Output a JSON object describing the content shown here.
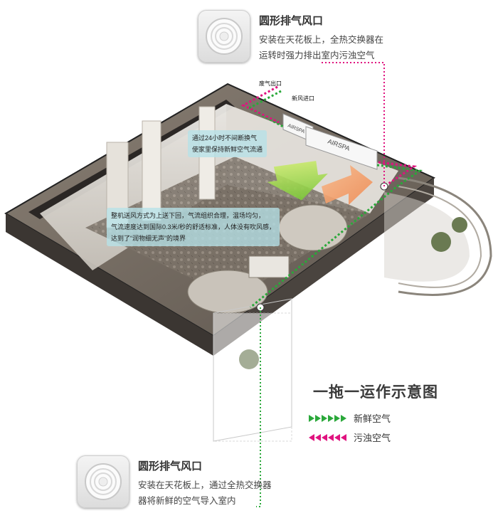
{
  "callouts": {
    "top": {
      "title": "圆形排气风口",
      "lines": [
        "安装在天花板上，全热交换器在",
        "运转时强力排出室内污浊空气"
      ]
    },
    "bottom": {
      "title": "圆形排气风口",
      "lines": [
        "安装在天花板上，通过全热交换器",
        "器将新鲜的空气导入室内"
      ]
    }
  },
  "duct_labels": {
    "exhaust_outlet": "废气出口",
    "fresh_inlet": "新风进口",
    "unit_brand_1": "AIRSPA",
    "unit_brand_2": "AIRSPA"
  },
  "notes": {
    "note_24h": [
      "通过24小时不间断换气",
      "使家里保持新鲜空气流通"
    ],
    "note_airflow": [
      "整机送风方式为上送下回，气流组织合理，温场均匀，",
      "气流速度达到国际0.3米/秒的舒适标准，人体没有吹风感，",
      "达到了“润物细无声”的境界"
    ]
  },
  "legend": {
    "title": "一拖一运作示意图",
    "items": [
      {
        "label": "新鲜空气",
        "color": "#2aa83a",
        "direction": "right"
      },
      {
        "label": "污浊空气",
        "color": "#e0137f",
        "direction": "left"
      }
    ]
  },
  "colors": {
    "fresh": "#2aa83a",
    "stale": "#e0137f",
    "dotted_leader": "#2aa83a",
    "dotted_leader_top": "#e0137f"
  },
  "icons": [
    "round-vent-icon",
    "fresh-air-arrow-icon",
    "stale-air-arrow-icon"
  ]
}
